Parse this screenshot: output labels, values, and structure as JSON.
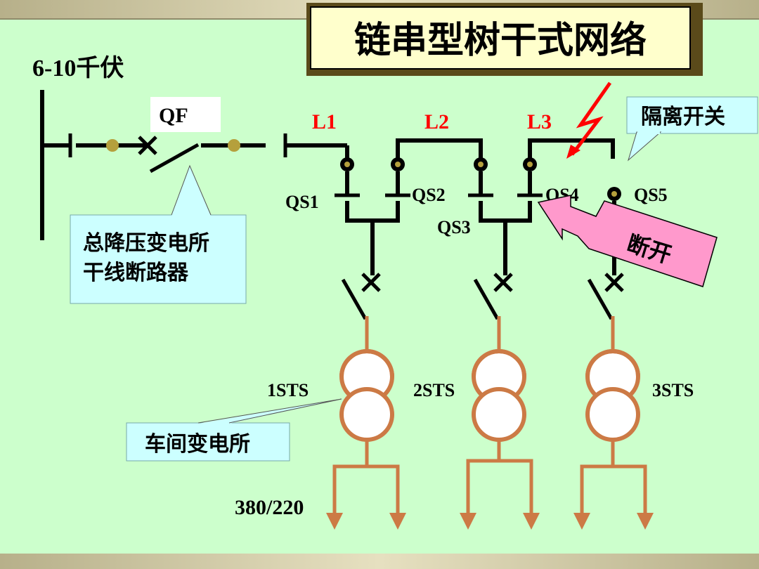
{
  "title": "链串型树干式网络",
  "bus_label": "6-10千伏",
  "breaker_label": "QF",
  "line_labels": [
    "L1",
    "L2",
    "L3"
  ],
  "switch_labels": {
    "qs1": "QS1",
    "qs2": "QS2",
    "qs3": "QS3",
    "qs4": "QS4",
    "qs5": "QS5"
  },
  "callouts": {
    "main_breaker_line1": "总降压变电所",
    "main_breaker_line2": "干线断路器",
    "isolator": "隔离开关",
    "disconnect": "断开",
    "workshop": "车间变电所"
  },
  "transformer_labels": [
    "1STS",
    "2STS",
    "3STS"
  ],
  "voltage_label": "380/220",
  "colors": {
    "background": "#ccffcc",
    "frame": "#cdc7a6",
    "title_fill": "#ffffcc",
    "callout_fill": "#ccffff",
    "disconnect_fill": "#ff99cc",
    "line_label": "#ff0000",
    "transformer": "#cc7a45",
    "wire": "#000000",
    "node": "#b5a03c",
    "lightning": "#ff0000"
  },
  "icons": {
    "lightning": "lightning-bolt-icon",
    "arrow": "arrow-down-icon"
  }
}
